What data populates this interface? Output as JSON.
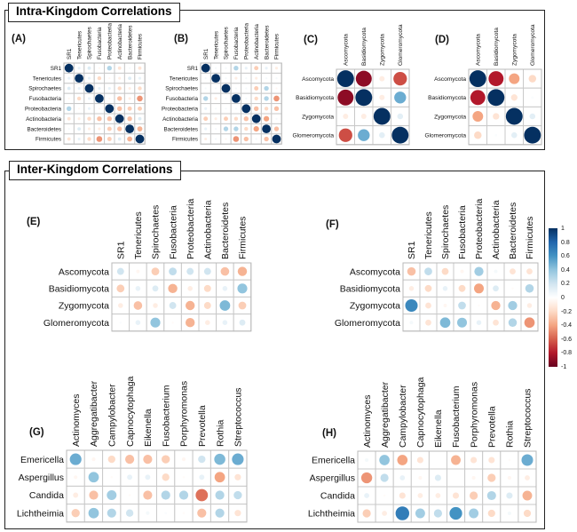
{
  "titles": {
    "intra": "Intra-Kingdom Correlations",
    "inter": "Inter-Kingdom Correlations"
  },
  "colorbar": {
    "ticks": [
      "1",
      "0.8",
      "0.6",
      "0.4",
      "0.2",
      "0",
      "-0.2",
      "-0.4",
      "-0.6",
      "-0.8",
      "-1"
    ],
    "max_color": "#053061",
    "zero_color": "#ffffff",
    "min_color": "#67001f"
  },
  "palette": {
    "stops": [
      [
        -1,
        "#67001f"
      ],
      [
        -0.8,
        "#b2182b"
      ],
      [
        -0.6,
        "#d6604d"
      ],
      [
        -0.4,
        "#f4a582"
      ],
      [
        -0.2,
        "#fddbc7"
      ],
      [
        0,
        "#ffffff"
      ],
      [
        0.2,
        "#d1e5f0"
      ],
      [
        0.4,
        "#92c5de"
      ],
      [
        0.6,
        "#4393c3"
      ],
      [
        0.8,
        "#2166ac"
      ],
      [
        1,
        "#053061"
      ]
    ]
  },
  "taxa": {
    "bacteria_phyla": [
      "SR1",
      "Tenericutes",
      "Spirochaetes",
      "Fusobacteria",
      "Proteobacteria",
      "Actinobacteria",
      "Bacteroidetes",
      "Firmicutes"
    ],
    "fungal_phyla": [
      "Ascomycota",
      "Basidiomycota",
      "Zygomycota",
      "Glomeromycota"
    ],
    "bacteria_genera": [
      "Actinomyces",
      "Aggregatibacter",
      "Campylobacter",
      "Capnocytophaga",
      "Eikenella",
      "Fusobacterium",
      "Porphyromonas",
      "Prevotella",
      "Rothia",
      "Streptococcus"
    ],
    "fungal_genera": [
      "Emericella",
      "Aspergillus",
      "Candida",
      "Lichtheimia"
    ]
  },
  "chart_data": [
    {
      "id": "A",
      "panel_label": "(A)",
      "type": "heatmap",
      "section": "intra",
      "row_taxa": "bacteria_phyla",
      "col_taxa": "bacteria_phyla",
      "values": [
        [
          1,
          0.1,
          0.15,
          -0.05,
          0.3,
          -0.15,
          0.05,
          -0.15
        ],
        [
          0.1,
          1,
          0.1,
          -0.2,
          -0.05,
          -0.1,
          0.15,
          0.1
        ],
        [
          0.15,
          0.1,
          1,
          0.1,
          0.1,
          -0.2,
          -0.1,
          -0.2
        ],
        [
          -0.05,
          -0.2,
          0.1,
          1,
          -0.05,
          -0.3,
          -0.1,
          -0.45
        ],
        [
          0.3,
          -0.05,
          0.1,
          -0.05,
          1,
          -0.3,
          -0.25,
          -0.25
        ],
        [
          -0.15,
          -0.1,
          -0.2,
          -0.3,
          -0.3,
          1,
          -0.3,
          0.15
        ],
        [
          0.05,
          0.15,
          -0.1,
          -0.1,
          -0.25,
          -0.3,
          1,
          -0.35
        ],
        [
          -0.15,
          0.1,
          -0.2,
          -0.45,
          -0.25,
          0.15,
          -0.35,
          1
        ]
      ]
    },
    {
      "id": "B",
      "panel_label": "(B)",
      "type": "heatmap",
      "section": "intra",
      "row_taxa": "bacteria_phyla",
      "col_taxa": "bacteria_phyla",
      "values": [
        [
          1,
          0.05,
          0.05,
          0.3,
          0.1,
          -0.25,
          0.1,
          -0.1
        ],
        [
          0.05,
          1,
          0.05,
          -0.1,
          0.05,
          -0.1,
          0.05,
          0.05
        ],
        [
          0.05,
          0.05,
          1,
          0.05,
          0.05,
          -0.25,
          0.3,
          -0.05
        ],
        [
          0.3,
          -0.1,
          0.05,
          1,
          0.05,
          -0.2,
          0.3,
          -0.45
        ],
        [
          0.1,
          0.05,
          0.05,
          0.05,
          1,
          -0.3,
          -0.2,
          -0.3
        ],
        [
          -0.25,
          -0.1,
          -0.25,
          -0.2,
          -0.3,
          1,
          -0.4,
          0.05
        ],
        [
          0.1,
          0.05,
          0.3,
          0.3,
          -0.2,
          -0.4,
          1,
          -0.3
        ],
        [
          -0.1,
          0.05,
          -0.05,
          -0.45,
          -0.3,
          0.05,
          -0.3,
          1
        ]
      ]
    },
    {
      "id": "C",
      "panel_label": "(C)",
      "type": "heatmap",
      "section": "intra",
      "row_taxa": "fungal_phyla",
      "col_taxa": "fungal_phyla",
      "values": [
        [
          1,
          -0.9,
          -0.1,
          -0.65
        ],
        [
          -0.9,
          1,
          -0.1,
          0.5
        ],
        [
          -0.1,
          -0.1,
          1,
          0.12
        ],
        [
          -0.65,
          0.5,
          0.12,
          1
        ]
      ]
    },
    {
      "id": "D",
      "panel_label": "(D)",
      "type": "heatmap",
      "section": "intra",
      "row_taxa": "fungal_phyla",
      "col_taxa": "fungal_phyla",
      "values": [
        [
          1,
          -0.8,
          -0.4,
          -0.2
        ],
        [
          -0.8,
          1,
          -0.15,
          0.02
        ],
        [
          -0.4,
          -0.15,
          1,
          0.12
        ],
        [
          -0.2,
          0.02,
          0.12,
          1
        ]
      ]
    },
    {
      "id": "E",
      "panel_label": "(E)",
      "type": "heatmap",
      "section": "inter",
      "row_taxa": "fungal_phyla",
      "col_taxa": "bacteria_phyla",
      "values": [
        [
          0.2,
          -0.05,
          -0.25,
          0.25,
          0.2,
          0.2,
          -0.3,
          -0.35
        ],
        [
          -0.25,
          0.1,
          0.15,
          -0.35,
          -0.1,
          -0.2,
          0.1,
          0.4
        ],
        [
          -0.1,
          -0.3,
          -0.1,
          0.2,
          -0.35,
          -0.2,
          0.45,
          -0.25
        ],
        [
          0.02,
          0.1,
          0.4,
          -0.02,
          -0.35,
          -0.1,
          0.1,
          0.15
        ]
      ]
    },
    {
      "id": "F",
      "panel_label": "(F)",
      "type": "heatmap",
      "section": "inter",
      "row_taxa": "fungal_phyla",
      "col_taxa": "bacteria_phyla",
      "values": [
        [
          -0.3,
          0.25,
          -0.2,
          -0.05,
          0.35,
          0.05,
          -0.15,
          -0.15
        ],
        [
          -0.1,
          -0.2,
          0.1,
          -0.2,
          -0.4,
          0.15,
          -0.02,
          0.3
        ],
        [
          0.65,
          -0.15,
          -0.05,
          0.25,
          -0.02,
          -0.35,
          0.35,
          -0.1
        ],
        [
          0.05,
          -0.15,
          0.45,
          0.4,
          0.1,
          -0.15,
          0.3,
          -0.45
        ]
      ]
    },
    {
      "id": "G",
      "panel_label": "(G)",
      "type": "heatmap",
      "section": "inter",
      "row_taxa": "fungal_genera",
      "col_taxa": "bacteria_genera",
      "values": [
        [
          0.5,
          -0.05,
          -0.2,
          -0.3,
          -0.3,
          -0.25,
          -0.05,
          0.2,
          0.45,
          0.5
        ],
        [
          -0.05,
          0.4,
          -0.02,
          0.1,
          0.1,
          -0.2,
          -0.02,
          0.1,
          -0.4,
          -0.15
        ],
        [
          -0.1,
          -0.3,
          0.35,
          -0.02,
          -0.3,
          0.3,
          0.3,
          -0.55,
          0.3,
          0.25
        ],
        [
          -0.25,
          0.4,
          0.3,
          0.2,
          0.05,
          0.02,
          -0.02,
          -0.3,
          0.3,
          -0.15
        ]
      ]
    },
    {
      "id": "H",
      "panel_label": "(H)",
      "type": "heatmap",
      "section": "inter",
      "row_taxa": "fungal_genera",
      "col_taxa": "bacteria_genera",
      "values": [
        [
          0.05,
          0.4,
          -0.4,
          -0.15,
          0,
          -0.35,
          -0.15,
          -0.15,
          -0.02,
          0.5
        ],
        [
          -0.45,
          0.25,
          0.1,
          -0.05,
          0.15,
          0,
          -0.05,
          -0.25,
          -0.05,
          -0.1
        ],
        [
          0.1,
          -0.02,
          -0.15,
          -0.1,
          -0.1,
          -0.15,
          -0.25,
          0.3,
          0.15,
          -0.35
        ],
        [
          -0.25,
          -0.1,
          0.7,
          0.35,
          0.25,
          0.6,
          0.35,
          -0.2,
          0.05,
          -0.2
        ]
      ]
    }
  ]
}
